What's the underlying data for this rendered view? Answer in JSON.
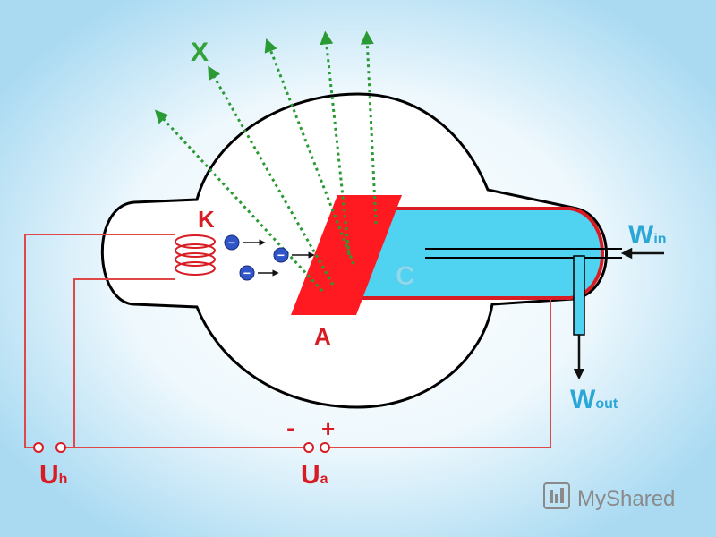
{
  "labels": {
    "cathode": "K",
    "anode": "A",
    "coolant": "C",
    "xray": "X",
    "w_main": "W",
    "w_in_sub": "in",
    "w_out_sub": "out",
    "u_main": "U",
    "u_h_sub": "h",
    "u_a_sub": "a",
    "minus": "-",
    "plus": "+"
  },
  "watermark": {
    "text": "MyShared"
  },
  "colors": {
    "circuit": "#e04848",
    "anode": "#ff1a22",
    "coolant": "#4fd3f0",
    "ray": "#2a9a35",
    "electron": "#2f55c8"
  },
  "electrons": {
    "symbol": "−"
  }
}
